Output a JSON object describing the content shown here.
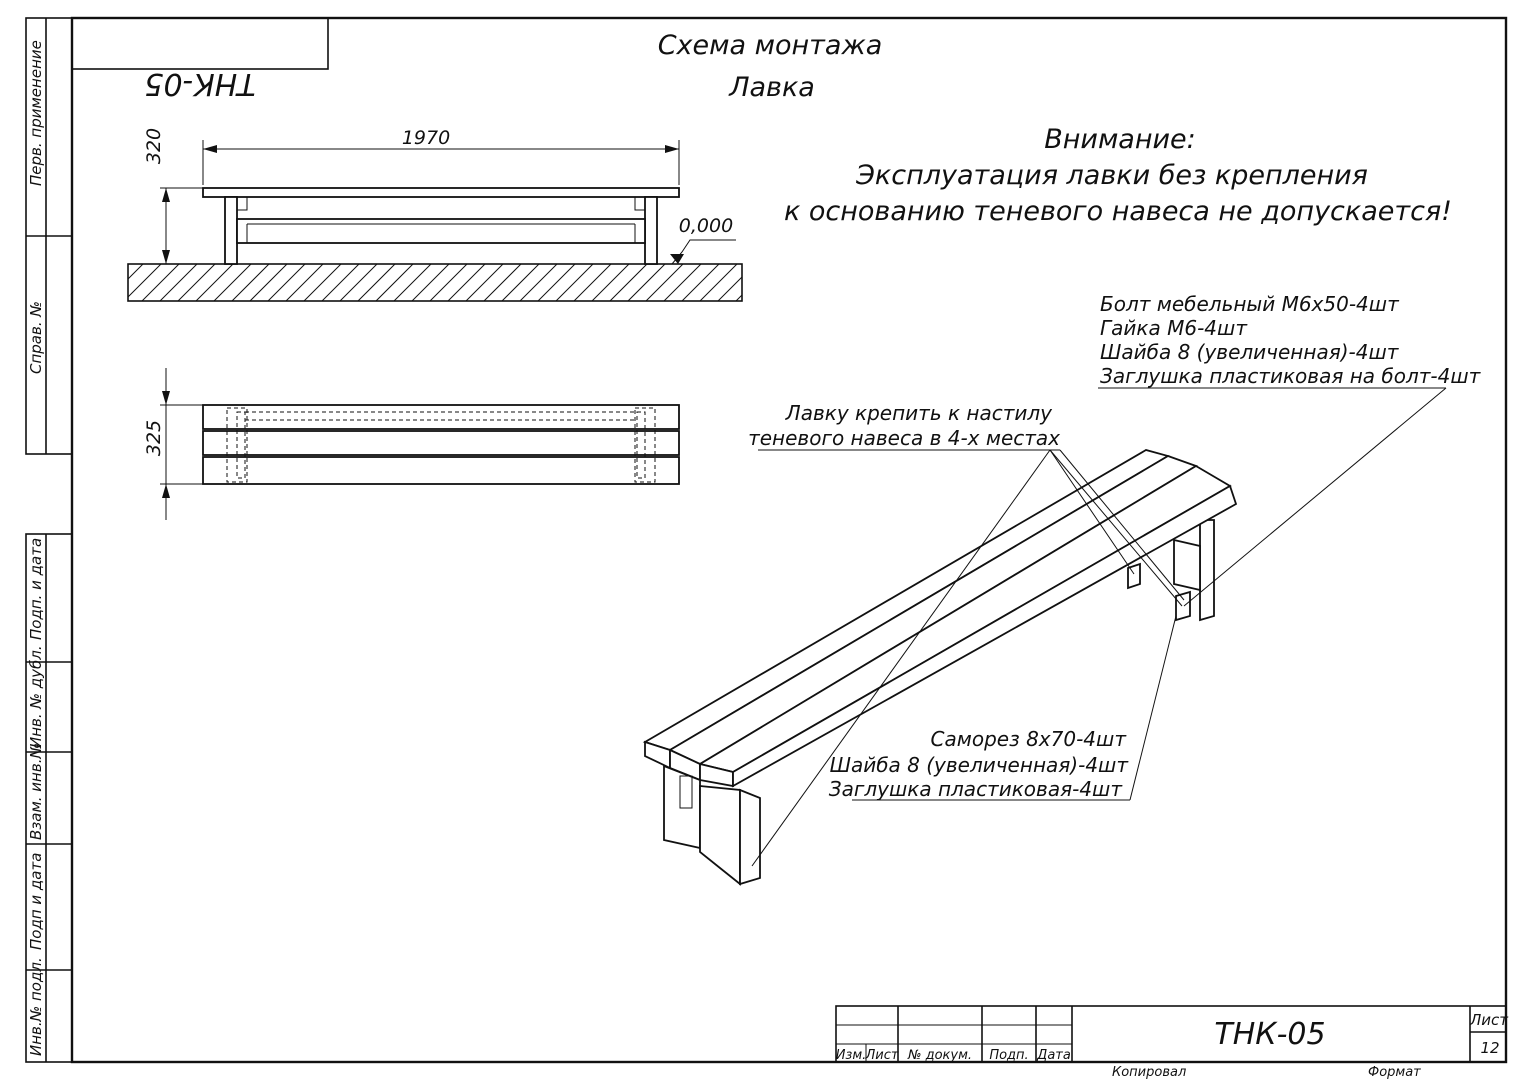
{
  "sheet": {
    "code_box": "ТНК-05",
    "title_line1": "Схема монтажа",
    "title_line2": "Лавка"
  },
  "side_strip": [
    "Перв. применение",
    "Справ. №",
    "Подп. и дата",
    "Инв. № дубл.",
    "Взам. инв.№",
    "Подп и дата",
    "Инв.№ подл."
  ],
  "warning": {
    "line1": "Внимание:",
    "line2": "Эксплуатация лавки без крепления",
    "line3": "к основанию теневого навеса не допускается!"
  },
  "front_view": {
    "width_dim": "1970",
    "height_dim": "320",
    "level_mark": "0,000"
  },
  "top_view": {
    "depth_dim": "325"
  },
  "callouts": {
    "bolt_kit": [
      "Болт мебельный М6х50-4шт",
      "Гайка М6-4шт",
      "Шайба 8 (увеличенная)-4шт",
      "Заглушка пластиковая на болт-4шт"
    ],
    "mount_note": [
      "Лавку крепить к настилу",
      "теневого навеса  в 4-х местах"
    ],
    "screw_kit": [
      "Саморез 8х70-4шт",
      "Шайба 8 (увеличенная)-4шт",
      "Заглушка пластиковая-4шт"
    ]
  },
  "title_block": {
    "designation": "ТНК-05",
    "sheet_label": "Лист",
    "sheet_number": "12",
    "col_headers": [
      "Изм.",
      "Лист",
      "№ докум.",
      "Подп.",
      "Дата"
    ],
    "copied_label": "Копировал",
    "format_label": "Формат"
  }
}
